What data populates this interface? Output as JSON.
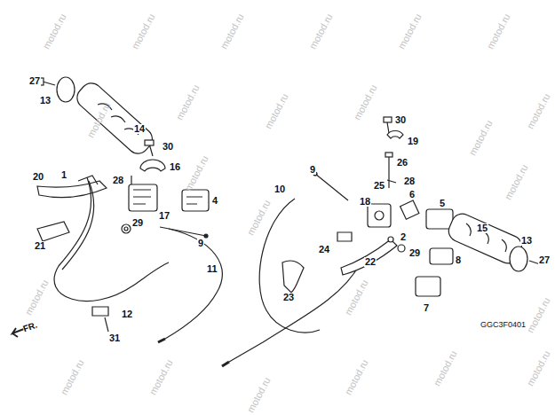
{
  "diagram": {
    "labels": [
      "27",
      "13",
      "14",
      "30",
      "16",
      "28",
      "1",
      "20",
      "4",
      "17",
      "29",
      "9",
      "21",
      "11",
      "12",
      "31",
      "10",
      "9",
      "30",
      "19",
      "26",
      "28",
      "25",
      "18",
      "6",
      "5",
      "24",
      "2",
      "29",
      "22",
      "15",
      "8",
      "13",
      "27",
      "7",
      "23",
      "FR.",
      "GGC3F0401",
      "motod.ru",
      "motod.ru",
      "motod.ru",
      "motod.ru",
      "motod.ru",
      "motod.ru",
      "motod.ru",
      "motod.ru",
      "motod.ru",
      "motod.ru",
      "motod.ru",
      "motod.ru",
      "motod.ru",
      "motod.ru",
      "motod.ru",
      "motod.ru",
      "motod.ru",
      "motod.ru",
      "motod.ru",
      "motod.ru",
      "motod.ru",
      "motod.ru",
      "motod.ru",
      "motod.ru"
    ]
  }
}
